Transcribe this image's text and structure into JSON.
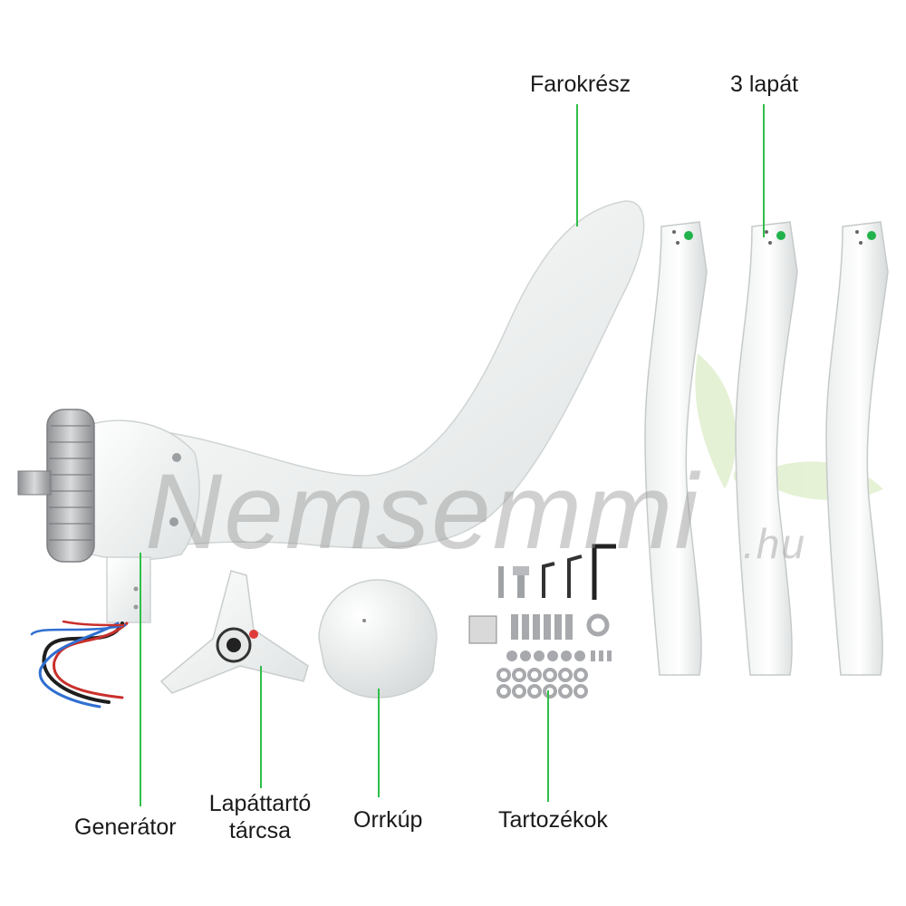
{
  "labels": {
    "tail": "Farokrész",
    "blades": "3 lapát",
    "generator": "Generátor",
    "hub_line1": "Lapáttartó",
    "hub_line2": "tárcsa",
    "nose": "Orrkúp",
    "accessories": "Tartozékok"
  },
  "watermark": {
    "main": "Nemsemmi",
    "domain": ".hu"
  },
  "colors": {
    "leader_line": "#2fbf4a",
    "marker_green": "#22b24c",
    "marker_red": "#e03b3b",
    "part_white": "#f4f5f5",
    "part_shadow": "#d7dada",
    "metal": "#a7a9ac",
    "wire_red": "#c9302c",
    "wire_blue": "#2f6fd1",
    "wire_black": "#1e1e1e"
  }
}
